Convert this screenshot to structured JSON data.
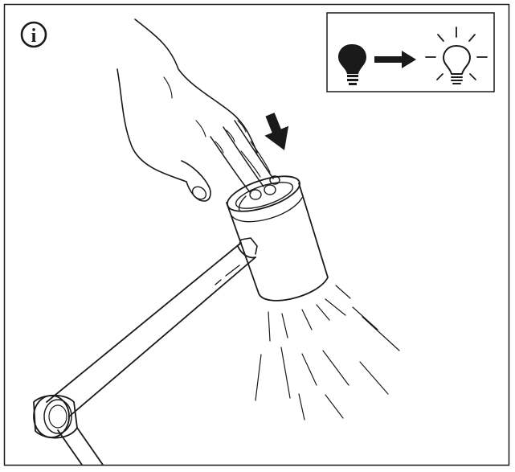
{
  "figure": {
    "type": "assembly-instruction-illustration",
    "frame_border": true,
    "stroke_color": "#1a1a1a",
    "background_color": "#ffffff",
    "info_icon": {
      "name": "info-icon",
      "glyph": "i"
    },
    "legend": {
      "from_icon": "lightbulb-off-icon",
      "arrow_icon": "arrow-right-icon",
      "to_icon": "lightbulb-on-icon"
    },
    "press_arrow_icon": "arrow-down-icon",
    "illustration": [
      "hand",
      "lamp-head",
      "lamp-arm",
      "arm-joint",
      "light-beams"
    ]
  }
}
